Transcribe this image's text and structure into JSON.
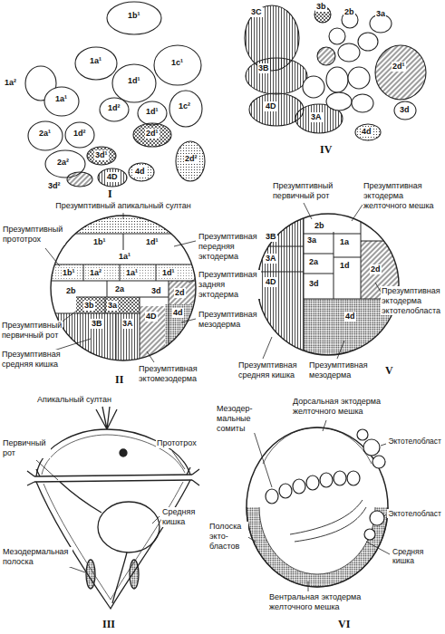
{
  "diagram": {
    "labels": [
      "1b¹",
      "1a¹",
      "1d¹",
      "1c¹",
      "1a²",
      "1a¹",
      "1d²",
      "1d¹",
      "1c²",
      "2a¹",
      "1d²",
      "2d¹",
      "2a²",
      "2d²",
      "3d¹",
      "3d²",
      "4D",
      "4d",
      "I",
      "3C",
      "3b",
      "2b",
      "3a",
      "3B",
      "2d¹",
      "4D",
      "3A",
      "3d",
      "4d",
      "IV",
      "Презумптивный апикальный султан",
      "Презумптивный прототрох",
      "1b¹",
      "1d¹",
      "1a¹",
      "Презумптивная передняя эктодерма",
      "1b¹",
      "1a²",
      "1a¹",
      "1d¹",
      "2b",
      "2a",
      "3d",
      "2d",
      "Презумптивная задняя эктодерма",
      "Презумптивный первичный рот",
      "3b",
      "3a",
      "3B",
      "3A",
      "4D",
      "4d",
      "Презумптивная мезодерма",
      "Презумптивная средняя кишка",
      "Презумптивная эктомезодерма",
      "II",
      "Презумптивный первичный рот",
      "Презумптивная эктодерма желточного мешка",
      "3B",
      "2b",
      "3a",
      "1a",
      "3A",
      "2a",
      "1d",
      "2d",
      "4D",
      "3d",
      "4d",
      "Презумптивная эктодерма эктотелобласта",
      "Презумптивная средняя кишка",
      "Презумптивная мезодерма",
      "V",
      "Апикальный султан",
      "Первичный рот",
      "Прототрох",
      "Средняя кишка",
      "Мезодермальная полоска",
      "III",
      "Мезодер- мальные сомиты",
      "Дорсальная эктодерма желточного мешка",
      "Эктотелобласт",
      "Полоска экто- бластов",
      "Эктотелобласт",
      "Средняя кишка",
      "Вентральная эктодерма желточного мешка",
      "VI"
    ]
  }
}
